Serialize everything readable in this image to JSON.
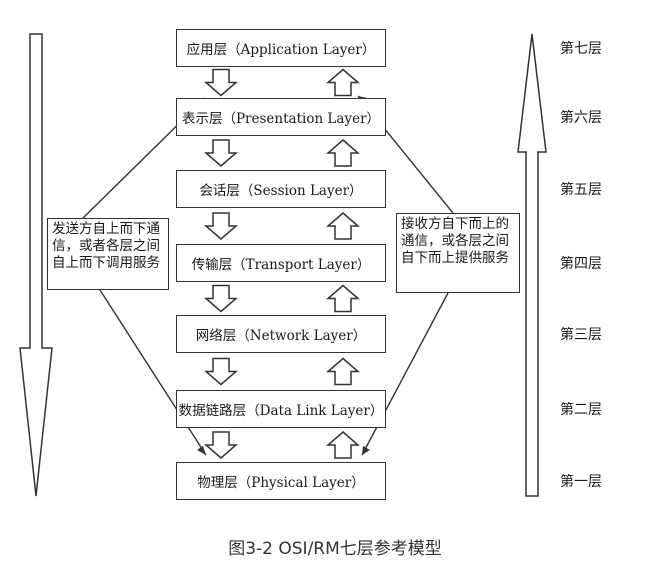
{
  "layers": [
    {
      "name": "应用层（Application Layer）",
      "label": "第七层"
    },
    {
      "name": "表示层（Presentation Layer）",
      "label": "第六层"
    },
    {
      "name": "会话层（Session Layer）",
      "label": "第五层"
    },
    {
      "name": "传输层（Transport Layer）",
      "label": "第四层"
    },
    {
      "name": "网络层（Network Layer）",
      "label": "第三层"
    },
    {
      "name": "数据链路层（Data Link Layer）",
      "label": "第二层"
    },
    {
      "name": "物理层（Physical Layer）",
      "label": "第一层"
    }
  ],
  "notes": {
    "sender": "发送方自上而下通信，或者各层之间自上而下调用服务",
    "receiver": "接收方自下而上的通信，或各层之间自下而上提供服务"
  },
  "caption": "图3-2 OSI/RM七层参考模型",
  "colors": {
    "stroke": "#333333",
    "text": "#1a1a1a"
  }
}
